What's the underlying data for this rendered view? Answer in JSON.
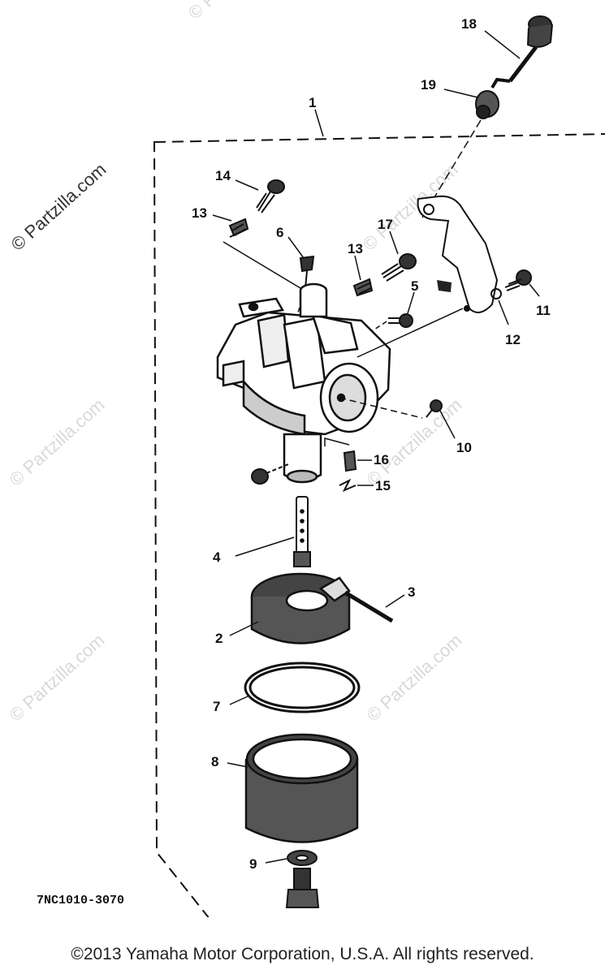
{
  "diagram": {
    "callouts": [
      "1",
      "2",
      "3",
      "4",
      "5",
      "6",
      "7",
      "8",
      "9",
      "10",
      "11",
      "12",
      "13",
      "13",
      "14",
      "15",
      "16",
      "17",
      "18",
      "19"
    ],
    "drawing_code": "7NC1010-3070",
    "watermarks": [
      "© Partzilla.com",
      "© Partzilla.com",
      "© Partzilla.com",
      "© Partzilla.com",
      "© Partzilla.com",
      "© Partzilla.com",
      "© Partzilla.com"
    ]
  },
  "footer": {
    "copyright": "©2013 Yamaha Motor Corporation, U.S.A. All rights reserved."
  }
}
